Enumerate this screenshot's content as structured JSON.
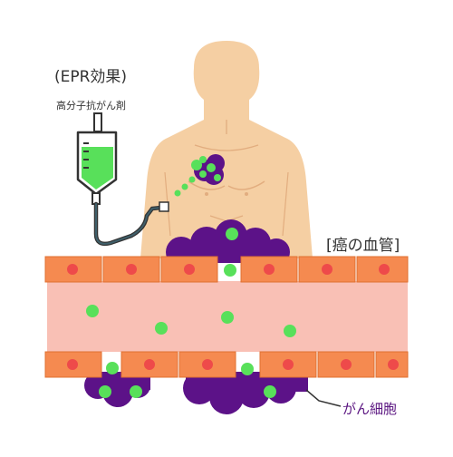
{
  "labels": {
    "title": "(EPR効果)",
    "drug": "高分子抗がん剤",
    "vessel": "[癌の血管]",
    "cancer_cell": "がん細胞"
  },
  "colors": {
    "skin": "#f5cfa3",
    "skin_line": "#e2ad7f",
    "vessel_lumen": "#f9c0b5",
    "endothelial": "#f58a50",
    "nucleus": "#ee4a4a",
    "tumor": "#5c1288",
    "drug_particle": "#58e05a",
    "tube": "#3f5f6a"
  },
  "icons": [
    "iv-bag-icon",
    "person-torso-icon",
    "tumor-cluster-icon"
  ]
}
